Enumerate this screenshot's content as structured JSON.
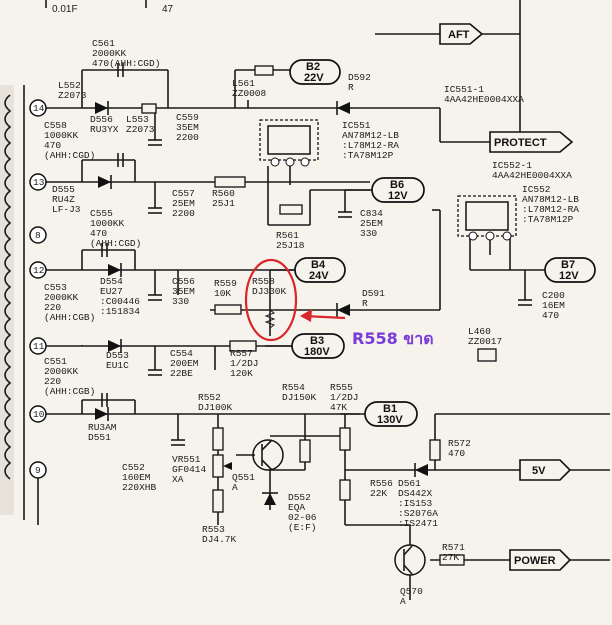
{
  "top_labels": {
    "c_top": "0.01F",
    "r_top": "47"
  },
  "outputs": {
    "aft": "AFT",
    "protect": "PROTECT",
    "v5": "5V",
    "power": "POWER"
  },
  "bubbles": {
    "b2": "B2",
    "b2v": "22V",
    "b6": "B6",
    "b6v": "12V",
    "b4": "B4",
    "b4v": "24V",
    "b7": "B7",
    "b7v": "12V",
    "b3": "B3",
    "b3v": "180V",
    "b1": "B1",
    "b1v": "130V"
  },
  "pins": [
    "14",
    "13",
    "8",
    "12",
    "11",
    "10",
    "9"
  ],
  "components": {
    "c561": [
      "C561",
      "2000KK",
      "470(AHH:CGD)"
    ],
    "l552": [
      "L552",
      "Z2073"
    ],
    "d556": [
      "D556",
      "RU3YX"
    ],
    "l553": [
      "L553",
      "Z2073"
    ],
    "c559": [
      "C559",
      "35EM",
      "2200"
    ],
    "l561": [
      "L561",
      "ZZ0008"
    ],
    "d592": [
      "D592",
      "R"
    ],
    "ic551_1": [
      "IC551-1",
      "4AA42HE0004XXA"
    ],
    "c558": [
      "C558",
      "1000KK",
      "470",
      "(AHH:CGD)"
    ],
    "ic551": [
      "IC551",
      "AN78M12-LB",
      ":L78M12-RA",
      ":TA78M12P"
    ],
    "ic552_1": [
      "IC552-1",
      "4AA42HE0004XXA"
    ],
    "d555": [
      "D555",
      "RU4Z",
      "LF-J3"
    ],
    "c557": [
      "C557",
      "25EM",
      "2200"
    ],
    "r560": [
      "R560",
      "25J1"
    ],
    "c834": [
      "C834",
      "25EM",
      "330"
    ],
    "r561": [
      "R561",
      "25J18"
    ],
    "ic552": [
      "IC552",
      "AN78M12-LB",
      ":L78M12-RA",
      ":TA78M12P"
    ],
    "c555": [
      "C555",
      "1000KK",
      "470",
      "(AHH:CGD)"
    ],
    "c553": [
      "C553",
      "2000KK",
      "220",
      "(AHH:CGB)"
    ],
    "d554": [
      "D554",
      "EU27",
      ":C00446",
      ":151834"
    ],
    "c556": [
      "C556",
      "35EM",
      "330"
    ],
    "r559": [
      "R559",
      "10K"
    ],
    "r558": [
      "R558",
      "DJ330K"
    ],
    "d591": [
      "D591",
      "R"
    ],
    "c200": [
      "C200",
      "16EM",
      "470"
    ],
    "l460": [
      "L460",
      "ZZ0017"
    ],
    "d553": [
      "D553",
      "EU1C"
    ],
    "c554": [
      "C554",
      "200EM",
      "22BE"
    ],
    "r557": [
      "R557",
      "1/2DJ",
      "120K"
    ],
    "c551": [
      "C551",
      "2000KK",
      "220",
      "(AHH:CGB)"
    ],
    "d551": [
      "RU3AM",
      "D551"
    ],
    "r552": [
      "R552",
      "DJ100K"
    ],
    "r554": [
      "R554",
      "DJ150K"
    ],
    "r555": [
      "R555",
      "1/2DJ",
      "47K"
    ],
    "r572": [
      "R572",
      "470"
    ],
    "vr551": [
      "VR551",
      "GF0414",
      "XA"
    ],
    "c552": [
      "C552",
      "160EM",
      "220XHB"
    ],
    "q551": [
      "Q551",
      "A"
    ],
    "d552": [
      "D552",
      "EQA",
      "02-06",
      "(E:F)"
    ],
    "r556": [
      "R556",
      "22K"
    ],
    "d561": [
      "D561",
      "DS442X",
      ":IS153",
      ":S2076A",
      ":IS2471"
    ],
    "r571": [
      "R571",
      "27K"
    ],
    "r553": [
      "R553",
      "DJ4.7K"
    ],
    "q570": [
      "Q570",
      "A"
    ]
  },
  "annotation": {
    "text": "R558 ขาด",
    "color": "#7a3ad8",
    "highlight_color": "#d8262b"
  }
}
